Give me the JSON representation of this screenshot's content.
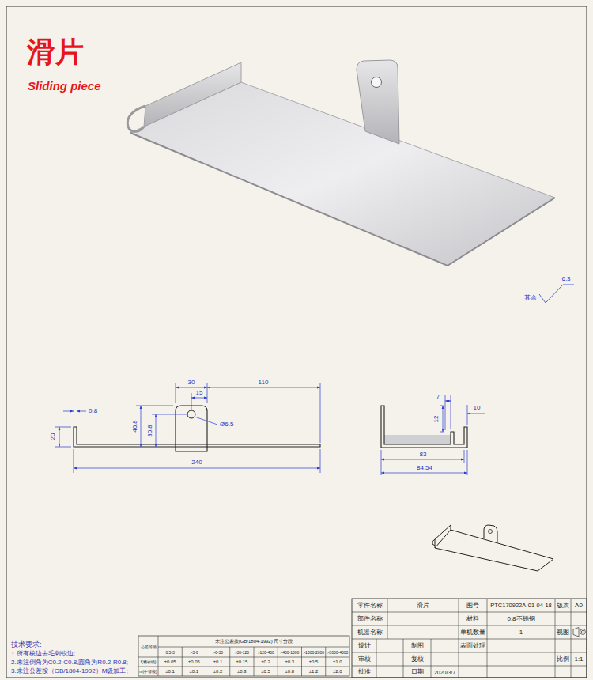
{
  "diagram": {
    "title": "滑片",
    "labels": [
      "Sliding piece",
      "0.8",
      "20",
      "40.8",
      "30.8",
      "30",
      "15",
      "110",
      "Ø6.5",
      "240",
      "7",
      "12",
      "10",
      "83",
      "84.54",
      "6.3",
      "其余",
      "技术要求:",
      "1.所有棱边去毛刺锐边;",
      "2.未注倒角为C0.2-C0.8,圆角为R0.2-R0.8;",
      "3.未注公差按（GB/1804-1992）M级加工;",
      "公差等级",
      "未注公差按(GB/1804-1992) 尺寸分段",
      "0.5-3",
      ">3-6",
      ">6-30",
      ">30-120",
      ">120-400",
      ">400-1000",
      ">1000-2000",
      ">2000-4000",
      "f(精密级)",
      "±0.05",
      "±0.05",
      "±0.1",
      "±0.15",
      "±0.2",
      "±0.3",
      "±0.5",
      "±1.0",
      "m(中等级)",
      "±0.1",
      "±0.1",
      "±0.2",
      "±0.3",
      "±0.5",
      "±0.8",
      "±1.2",
      "±2.0",
      "零件名称",
      "滑片",
      "图号",
      "PTC170922A-01-04-18",
      "版次",
      "A0",
      "部件名称",
      "材料",
      "0.8不锈钢",
      "机器名称",
      "单机数量",
      "1",
      "视图",
      "设计",
      "制图",
      "表面处理",
      "审核",
      "复核",
      "比例",
      "1:1",
      "批准",
      "日期",
      "2020/3/7"
    ]
  }
}
